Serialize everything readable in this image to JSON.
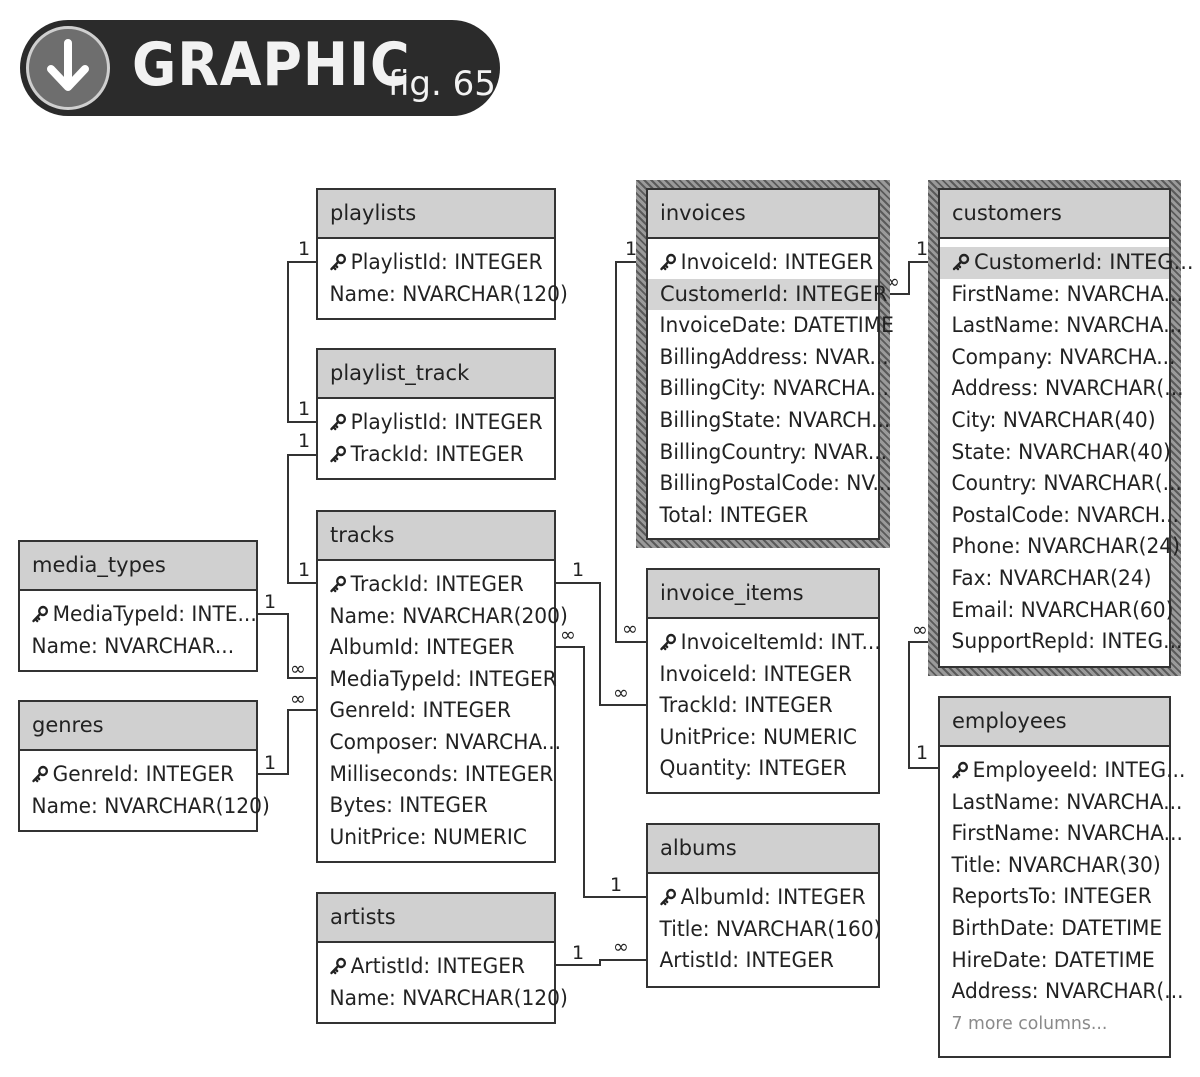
{
  "header": {
    "title": "GRAPHIC",
    "subtitle": "fig. 65",
    "icon": "down-arrow-circle-icon"
  },
  "tables": {
    "playlists": {
      "name": "playlists",
      "columns": [
        {
          "text": "PlaylistId: INTEGER",
          "key": true
        },
        {
          "text": "Name: NVARCHAR(120)"
        }
      ]
    },
    "playlist_track": {
      "name": "playlist_track",
      "columns": [
        {
          "text": "PlaylistId: INTEGER",
          "key": true
        },
        {
          "text": "TrackId: INTEGER",
          "key": true
        }
      ]
    },
    "tracks": {
      "name": "tracks",
      "columns": [
        {
          "text": "TrackId: INTEGER",
          "key": true
        },
        {
          "text": "Name: NVARCHAR(200)"
        },
        {
          "text": "AlbumId: INTEGER"
        },
        {
          "text": "MediaTypeId: INTEGER"
        },
        {
          "text": "GenreId: INTEGER"
        },
        {
          "text": "Composer: NVARCHA..."
        },
        {
          "text": "Milliseconds: INTEGER"
        },
        {
          "text": "Bytes: INTEGER"
        },
        {
          "text": "UnitPrice: NUMERIC"
        }
      ]
    },
    "media_types": {
      "name": "media_types",
      "columns": [
        {
          "text": "MediaTypeId: INTE...",
          "key": true
        },
        {
          "text": "Name: NVARCHAR..."
        }
      ]
    },
    "genres": {
      "name": "genres",
      "columns": [
        {
          "text": "GenreId: INTEGER",
          "key": true
        },
        {
          "text": "Name: NVARCHAR(120)"
        }
      ]
    },
    "artists": {
      "name": "artists",
      "columns": [
        {
          "text": "ArtistId: INTEGER",
          "key": true
        },
        {
          "text": "Name: NVARCHAR(120)"
        }
      ]
    },
    "invoices": {
      "name": "invoices",
      "columns": [
        {
          "text": "InvoiceId: INTEGER",
          "key": true
        },
        {
          "text": "CustomerId: INTEGER",
          "highlight": true
        },
        {
          "text": "InvoiceDate: DATETIME"
        },
        {
          "text": "BillingAddress: NVAR..."
        },
        {
          "text": "BillingCity: NVARCHA..."
        },
        {
          "text": "BillingState: NVARCH..."
        },
        {
          "text": "BillingCountry: NVAR..."
        },
        {
          "text": "BillingPostalCode: NV..."
        },
        {
          "text": "Total: INTEGER"
        }
      ]
    },
    "invoice_items": {
      "name": "invoice_items",
      "columns": [
        {
          "text": "InvoiceItemId: INT...",
          "key": true
        },
        {
          "text": "InvoiceId: INTEGER"
        },
        {
          "text": "TrackId: INTEGER"
        },
        {
          "text": "UnitPrice: NUMERIC"
        },
        {
          "text": "Quantity: INTEGER"
        }
      ]
    },
    "albums": {
      "name": "albums",
      "columns": [
        {
          "text": "AlbumId: INTEGER",
          "key": true
        },
        {
          "text": "Title: NVARCHAR(160)"
        },
        {
          "text": "ArtistId: INTEGER"
        }
      ]
    },
    "customers": {
      "name": "customers",
      "columns": [
        {
          "text": "CustomerId: INTEG...",
          "key": true,
          "highlight": true
        },
        {
          "text": "FirstName: NVARCHA..."
        },
        {
          "text": "LastName: NVARCHA..."
        },
        {
          "text": "Company: NVARCHA..."
        },
        {
          "text": "Address: NVARCHAR(..."
        },
        {
          "text": "City: NVARCHAR(40)"
        },
        {
          "text": "State: NVARCHAR(40)"
        },
        {
          "text": "Country: NVARCHAR(..."
        },
        {
          "text": "PostalCode: NVARCH..."
        },
        {
          "text": "Phone: NVARCHAR(24)"
        },
        {
          "text": "Fax: NVARCHAR(24)"
        },
        {
          "text": "Email: NVARCHAR(60)"
        },
        {
          "text": "SupportRepId: INTEG..."
        }
      ]
    },
    "employees": {
      "name": "employees",
      "columns": [
        {
          "text": "EmployeeId: INTEG...",
          "key": true
        },
        {
          "text": "LastName: NVARCHA..."
        },
        {
          "text": "FirstName: NVARCHA..."
        },
        {
          "text": "Title: NVARCHAR(30)"
        },
        {
          "text": "ReportsTo: INTEGER"
        },
        {
          "text": "BirthDate: DATETIME"
        },
        {
          "text": "HireDate: DATETIME"
        },
        {
          "text": "Address: NVARCHAR(..."
        },
        {
          "text": "7 more columns...",
          "more": true
        }
      ]
    }
  },
  "cardinality": {
    "one": "1",
    "many": "∞"
  },
  "colors": {
    "header_fill": "#d0d0d0",
    "highlight": "#d4d4d4",
    "badge": "#2b2b2b",
    "hatch": "#7a7a7a"
  }
}
